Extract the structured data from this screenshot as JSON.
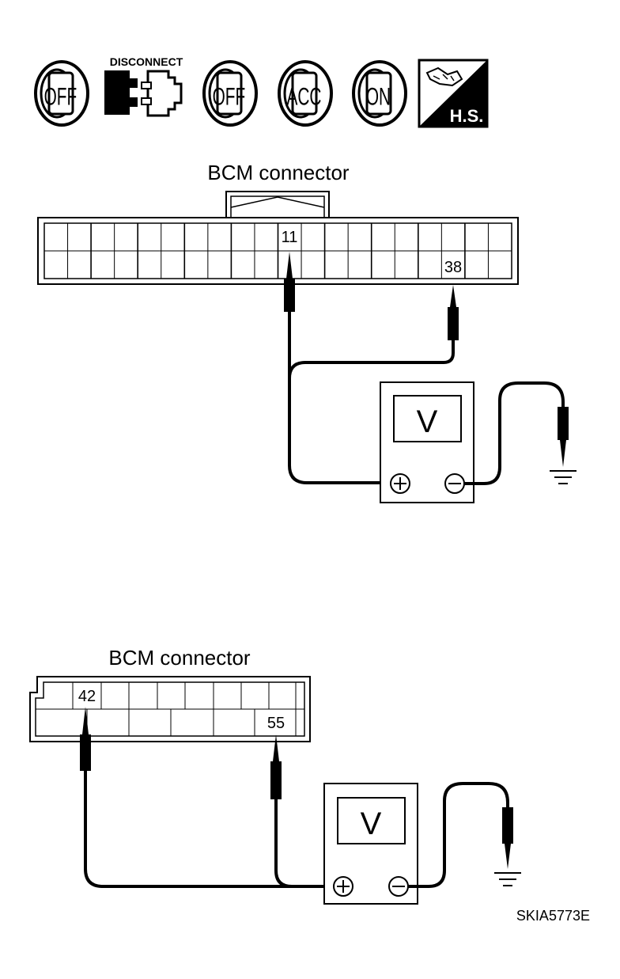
{
  "icons": [
    {
      "id": "ign1",
      "label": "OFF",
      "kind": "ignition-key"
    },
    {
      "id": "disc",
      "label": "DISCONNECT",
      "kind": "connector-disconnect"
    },
    {
      "id": "ign2",
      "label": "OFF",
      "kind": "ignition-key"
    },
    {
      "id": "ign3",
      "label": "ACC",
      "kind": "ignition-key"
    },
    {
      "id": "ign4",
      "label": "ON",
      "kind": "ignition-key"
    },
    {
      "id": "hs",
      "label": "H.S.",
      "kind": "harness-side"
    }
  ],
  "diagram1": {
    "title": "BCM connector",
    "pin_a": "11",
    "pin_b": "38",
    "meter_label": "V"
  },
  "diagram2": {
    "title": "BCM connector",
    "pin_a": "42",
    "pin_b": "55",
    "meter_label": "V"
  },
  "figure_code": "SKIA5773E",
  "colors": {
    "ink": "#000000",
    "paper": "#ffffff"
  }
}
